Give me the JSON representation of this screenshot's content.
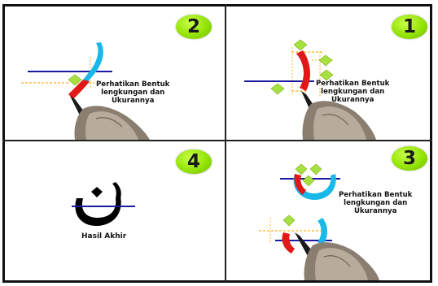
{
  "panels": [
    {
      "id": "step-2",
      "badge": "2",
      "caption": [
        "Perhatikan Bentuk",
        "lengkungan dan",
        "Ukurannya"
      ]
    },
    {
      "id": "step-1",
      "badge": "1",
      "caption": [
        "Perhatikan Bentuk",
        "lengkungan dan",
        "Ukurannya"
      ]
    },
    {
      "id": "step-4",
      "badge": "4",
      "result_label": "Hasil Akhir"
    },
    {
      "id": "step-3",
      "badge": "3",
      "caption": [
        "Perhatikan Bentuk",
        "lengkungan dan",
        "Ukurannya"
      ]
    }
  ],
  "colors": {
    "badge_green": "#8fe000",
    "guide_blue": "#1a1aa0",
    "guide_orange": "#ffb020",
    "diamond_green": "#a8e040",
    "stroke_red": "#e01818",
    "stroke_cyan": "#1ab8e8",
    "letter_black": "#000000"
  },
  "icons": [
    "hand-with-pen-icon",
    "diamond-marker-icon",
    "arabic-letter-nun-icon"
  ]
}
